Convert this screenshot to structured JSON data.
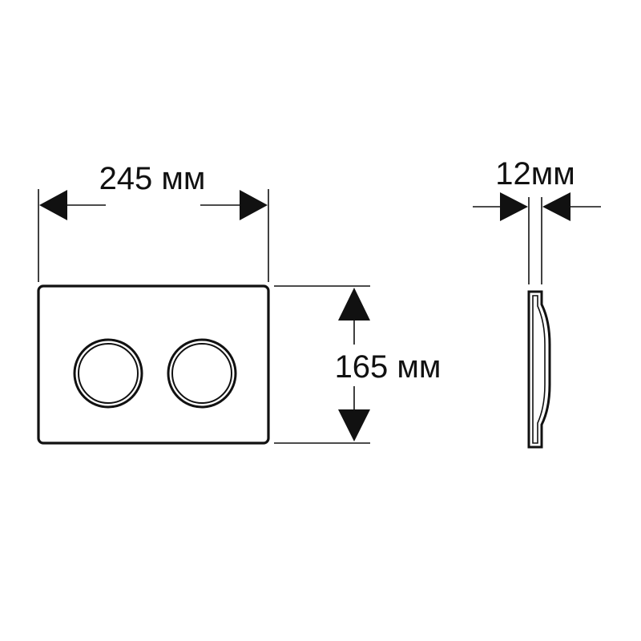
{
  "dimensions": {
    "width_label": "245 мм",
    "height_label": "165 мм",
    "depth_label": "12мм"
  },
  "colors": {
    "line": "#111111",
    "background": "#ffffff"
  }
}
